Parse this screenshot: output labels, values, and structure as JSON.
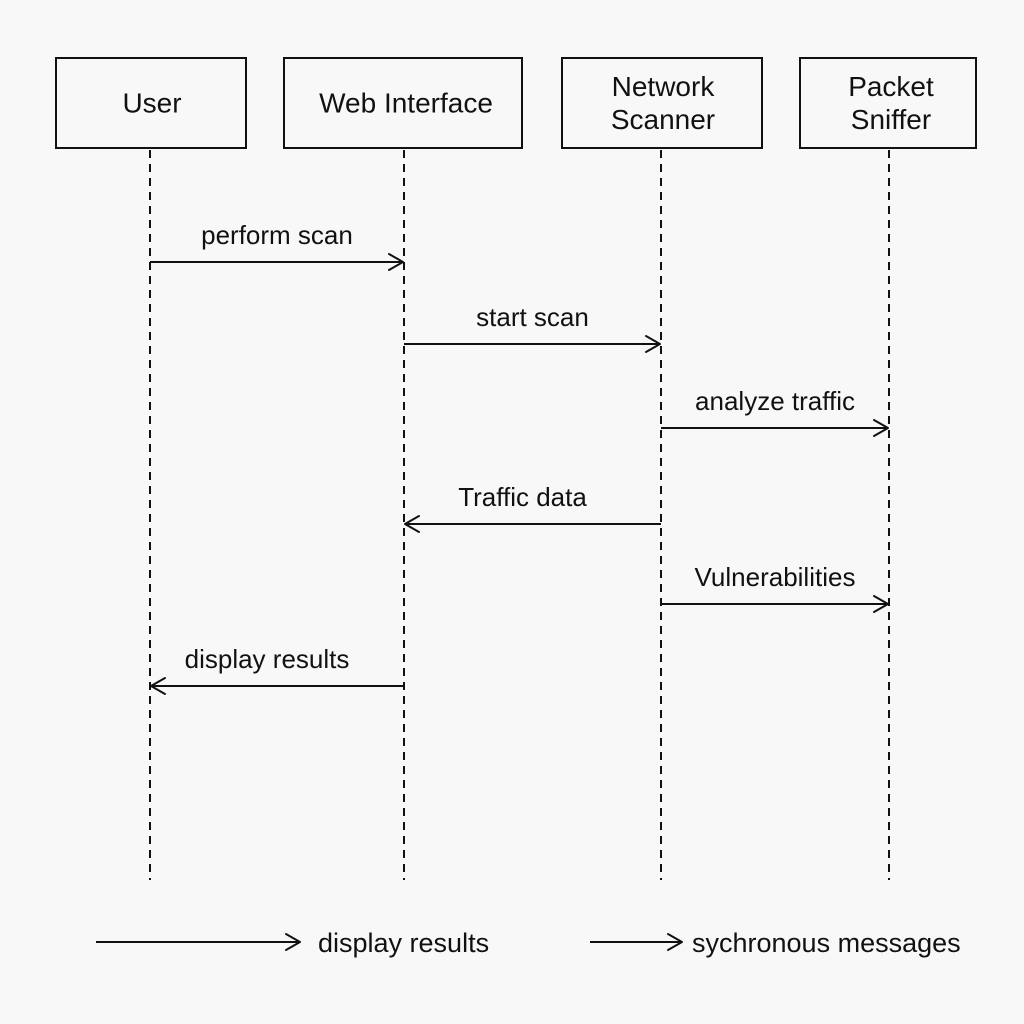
{
  "diagram": {
    "type": "sequence",
    "participants": [
      {
        "id": "user",
        "lines": [
          "User"
        ]
      },
      {
        "id": "web-interface",
        "lines": [
          "Web Interface"
        ]
      },
      {
        "id": "network-scanner",
        "lines": [
          "Network",
          "Scanner"
        ]
      },
      {
        "id": "packet-sniffer",
        "lines": [
          "Packet",
          "Sniffer"
        ]
      }
    ],
    "messages": [
      {
        "from": "user",
        "to": "web-interface",
        "label": "perform scan"
      },
      {
        "from": "web-interface",
        "to": "network-scanner",
        "label": "start scan"
      },
      {
        "from": "network-scanner",
        "to": "packet-sniffer",
        "label": "analyze traffic"
      },
      {
        "from": "network-scanner",
        "to": "web-interface",
        "label": "Traffic data"
      },
      {
        "from": "network-scanner",
        "to": "packet-sniffer",
        "label": "Vulnerabilities"
      },
      {
        "from": "web-interface",
        "to": "user",
        "label": "display results"
      }
    ],
    "legend": [
      {
        "label": "display results"
      },
      {
        "label": "sychronous messages"
      }
    ]
  }
}
